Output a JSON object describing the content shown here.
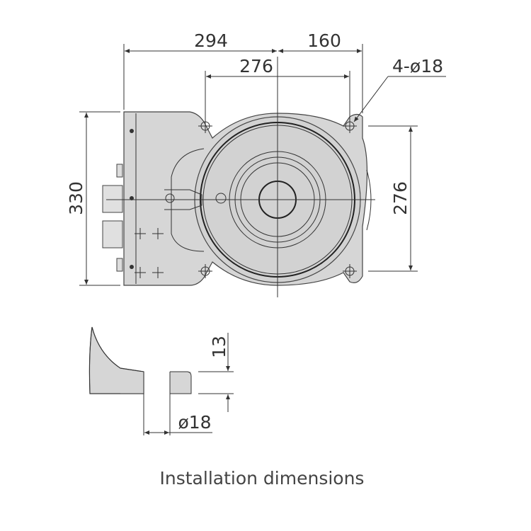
{
  "dimensions": {
    "top_left_width": "294",
    "top_right_width": "160",
    "hole_spacing_horizontal": "276",
    "hole_callout": "4-ø18",
    "overall_height": "330",
    "hole_spacing_vertical": "276",
    "flange_thickness": "13",
    "hole_diameter": "ø18"
  },
  "caption": "Installation dimensions",
  "colors": {
    "body_fill": "#d6d6d6",
    "line": "#333333"
  }
}
